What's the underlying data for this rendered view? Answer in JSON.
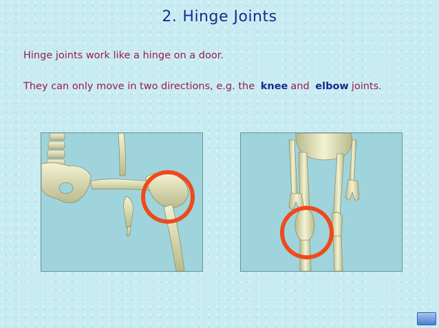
{
  "slide": {
    "title_number": "2.",
    "title_text": "Hinge Joints",
    "line1": "Hinge joints work like a hinge on a door.",
    "line2_prefix": "They can only move in two directions, e.g. the",
    "keyword_knee": "knee",
    "line2_middle": "and",
    "keyword_elbow": "elbow",
    "line2_suffix": "joints."
  },
  "images": [
    {
      "name": "hip-knee-flexion-illustration",
      "highlight": "red circle around bent knee joint"
    },
    {
      "name": "standing-knee-illustration",
      "highlight": "red circle around knee joint"
    }
  ],
  "colors": {
    "background": "#c9ecf3",
    "title": "#1a2a8c",
    "body_text": "#9b1a4a",
    "keyword": "#1a2a8c",
    "image_bg": "#9fd4dc",
    "highlight_circle": "#ee4a1c",
    "bone": "#e4e5b8"
  },
  "nav": {
    "icon": "next-slide-icon"
  }
}
